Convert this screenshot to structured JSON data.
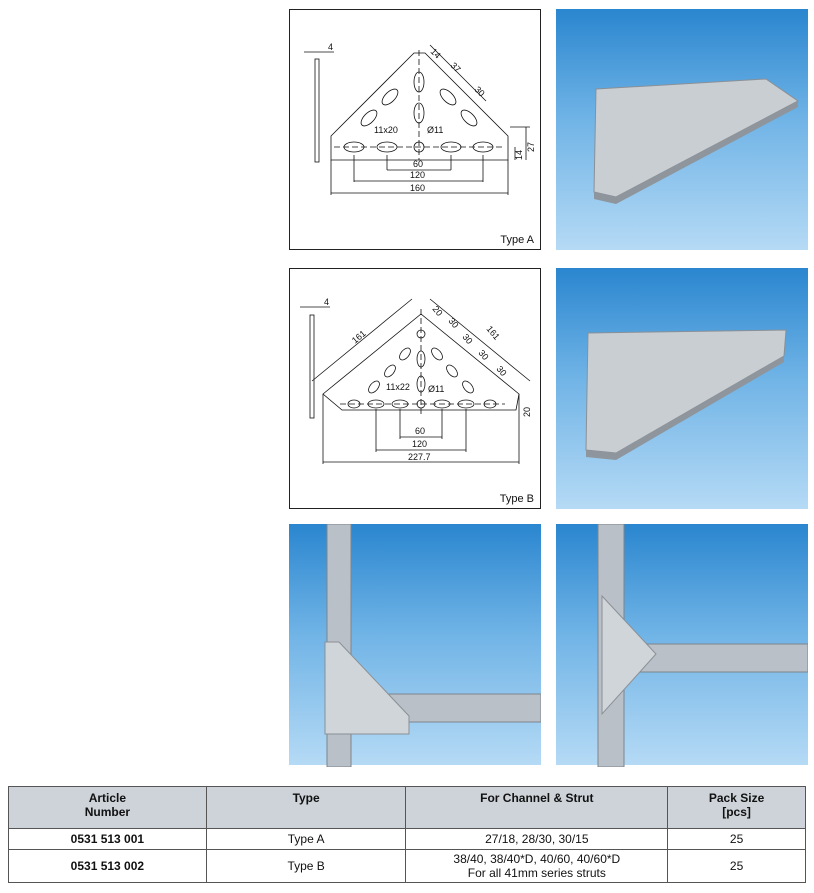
{
  "drawing_a": {
    "label": "Type A",
    "dims": [
      "4",
      "14",
      "37",
      "30",
      "11x20",
      "Ø11",
      "60",
      "120",
      "160",
      "14",
      "27"
    ]
  },
  "drawing_b": {
    "label": "Type B",
    "dims": [
      "4",
      "161",
      "20",
      "30",
      "30",
      "161",
      "30",
      "30",
      "11x22",
      "Ø11",
      "60",
      "120",
      "227.7",
      "20"
    ]
  },
  "table": {
    "headers": [
      "Article\nNumber",
      "Type",
      "For Channel & Strut",
      "Pack Size\n[pcs]"
    ],
    "h0a": "Article",
    "h0b": "Number",
    "h3a": "Pack Size",
    "h3b": "[pcs]",
    "rows": [
      {
        "article": "0531 513 001",
        "type": "Type A",
        "channel": "27/18, 28/30, 30/15",
        "channel2": "",
        "pack": "25"
      },
      {
        "article": "0531 513 002",
        "type": "Type B",
        "channel": "38/40, 38/40*D, 40/60, 40/60*D",
        "channel2": "For all 41mm series struts",
        "pack": "25"
      }
    ]
  },
  "colors": {
    "header_bg": "#cdd3d9",
    "photo_blue": "#2a86cf"
  }
}
